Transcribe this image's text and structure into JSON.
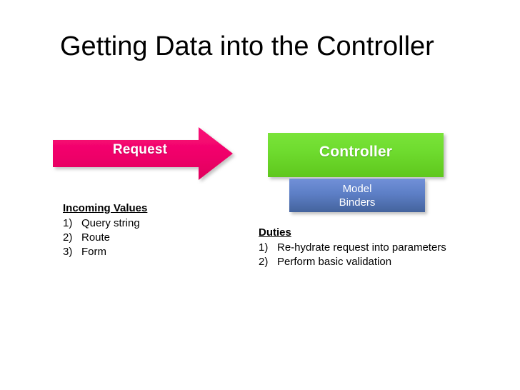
{
  "slide": {
    "title": "Getting Data into the Controller",
    "background_color": "#ffffff"
  },
  "diagram": {
    "request_arrow": {
      "label": "Request",
      "fill_color": "#f0046a",
      "text_color": "#ffffff",
      "shape": "right-arrow"
    },
    "controller_box": {
      "label": "Controller",
      "fill_color": "#6fdc2f",
      "text_color": "#ffffff",
      "shape": "rectangle"
    },
    "model_binders_box": {
      "line1": "Model",
      "line2": "Binders",
      "fill_color": "#5d7fc6",
      "text_color": "#ffffff",
      "shape": "rectangle"
    }
  },
  "incoming_values": {
    "heading": "Incoming Values",
    "items": [
      {
        "marker": "1)",
        "text": "Query string"
      },
      {
        "marker": "2)",
        "text": "Route"
      },
      {
        "marker": "3)",
        "text": "Form"
      }
    ]
  },
  "duties": {
    "heading": "Duties",
    "items": [
      {
        "marker": "1)",
        "text": "Re-hydrate request into parameters"
      },
      {
        "marker": "2)",
        "text": "Perform basic validation"
      }
    ]
  }
}
